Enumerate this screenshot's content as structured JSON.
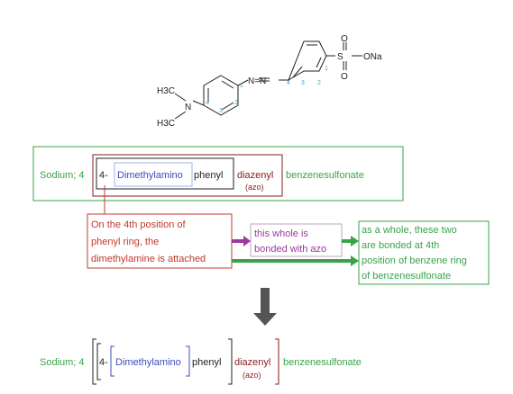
{
  "molecule": {
    "h3c_top": "H3C",
    "h3c_bottom": "H3C",
    "n_amine": "N",
    "azo": "N=N",
    "sulfur": "S",
    "o_top": "O",
    "o_bottom": "O",
    "ona": "ONa",
    "ring1_num_1": "1",
    "ring1_num_2": "2",
    "ring1_num_3": "3",
    "ring1_num_4": "4",
    "ring2_num_4": "4",
    "ring2_num_3": "3",
    "ring2_num_2": "2",
    "ring2_num_1": "1"
  },
  "name_top": {
    "sodium": "Sodium; 4",
    "four_dash": "4-",
    "dimethylamino": "Dimethylamino",
    "phenyl": "phenyl",
    "diazenyl": "diazenyl",
    "azo": "(azo)",
    "benzenesulfonate": "benzenesulfonate"
  },
  "callouts": {
    "red_line1": "On the 4th position of",
    "red_line2": "phenyl ring, the",
    "red_line3": "dimethylamine is attached",
    "purple_line1": "this whole is",
    "purple_line2": "bonded with azo",
    "green_line1": "as a whole, these two",
    "green_line2": "are bonded at 4th",
    "green_line3": "position of benzene ring",
    "green_line4": "of benzenesulfonate"
  },
  "name_bottom": {
    "sodium": "Sodium; 4",
    "four_dash": "4-",
    "dimethylamino": "Dimethylamino",
    "phenyl": "phenyl",
    "diazenyl": "diazenyl",
    "azo": "(azo)",
    "benzenesulfonate": "benzenesulfonate"
  },
  "colors": {
    "green": "#3aa34a",
    "blue": "#3b4cc0",
    "red": "#c0392b",
    "purple": "#9b3a9b",
    "dark_red": "#8b1a1a",
    "ring_number": "#4fa3c7",
    "arrow_gray": "#555555"
  }
}
